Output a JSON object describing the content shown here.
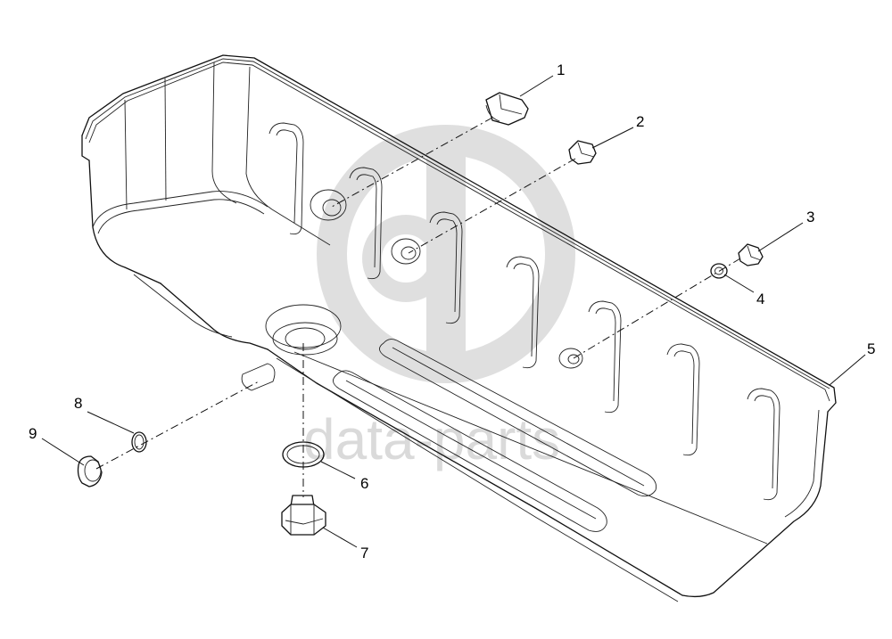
{
  "watermark": {
    "text": "data-parts",
    "color": "#d6d6d6"
  },
  "callouts": [
    {
      "id": "1",
      "label": "1"
    },
    {
      "id": "2",
      "label": "2"
    },
    {
      "id": "3",
      "label": "3"
    },
    {
      "id": "4",
      "label": "4"
    },
    {
      "id": "5",
      "label": "5"
    },
    {
      "id": "6",
      "label": "6"
    },
    {
      "id": "7",
      "label": "7"
    },
    {
      "id": "8",
      "label": "8"
    },
    {
      "id": "9",
      "label": "9"
    }
  ]
}
